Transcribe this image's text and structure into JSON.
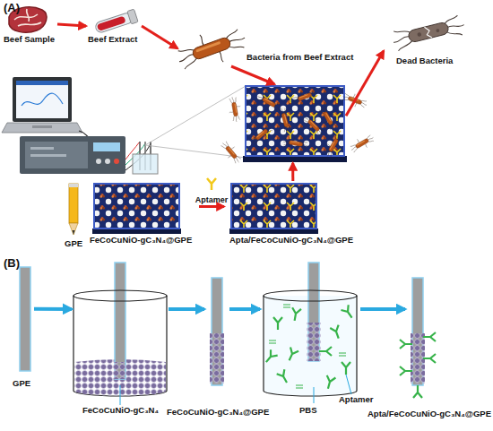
{
  "diagram": {
    "nodes": [
      {
        "text": [
          "Beef Sample"
        ]
      },
      {
        "text": [
          "Beef Extract"
        ]
      },
      {
        "text": [
          "Bacteria from Beef Extract"
        ]
      },
      {
        "text": [
          "Dead Bacteria"
        ]
      },
      {
        "text": []
      },
      {
        "text": [
          "GPE"
        ]
      },
      {
        "text": [
          "FeCoCuNiO-gC₃N₄@GPE"
        ]
      },
      {
        "text": [
          "Apta/FeCoCuNiO-gC₃N₄@GPE"
        ]
      },
      {
        "text": [
          "GPE"
        ]
      },
      {
        "text": [
          "FeCoCuNiO-gC₃N₄"
        ]
      },
      {
        "text": [
          "FeCoCuNiO-gC₃N₄@GPE"
        ]
      },
      {
        "text": [
          "PBS",
          "Aptamer"
        ]
      },
      {
        "text": [
          "Apta/FeCoCuNiO-gC₃N₄@GPE"
        ]
      }
    ],
    "edges": [
      {
        "from": 0,
        "to": 1,
        "arrow": "to"
      },
      {
        "from": 1,
        "to": 2,
        "arrow": "to"
      },
      {
        "from": 2,
        "to": 4,
        "arrow": "to"
      },
      {
        "from": 4,
        "to": 3,
        "arrow": "to"
      },
      {
        "from": 6,
        "to": 7,
        "label": "Aptamer",
        "arrow": "to"
      },
      {
        "from": 7,
        "to": 4,
        "arrow": "to"
      },
      {
        "from": 8,
        "to": 9,
        "arrow": "to"
      },
      {
        "from": 9,
        "to": 10,
        "arrow": "to"
      },
      {
        "from": 10,
        "to": 11,
        "arrow": "to"
      },
      {
        "from": 11,
        "to": 12,
        "arrow": "to"
      }
    ],
    "labels": [
      "(A)",
      "(B)"
    ]
  }
}
